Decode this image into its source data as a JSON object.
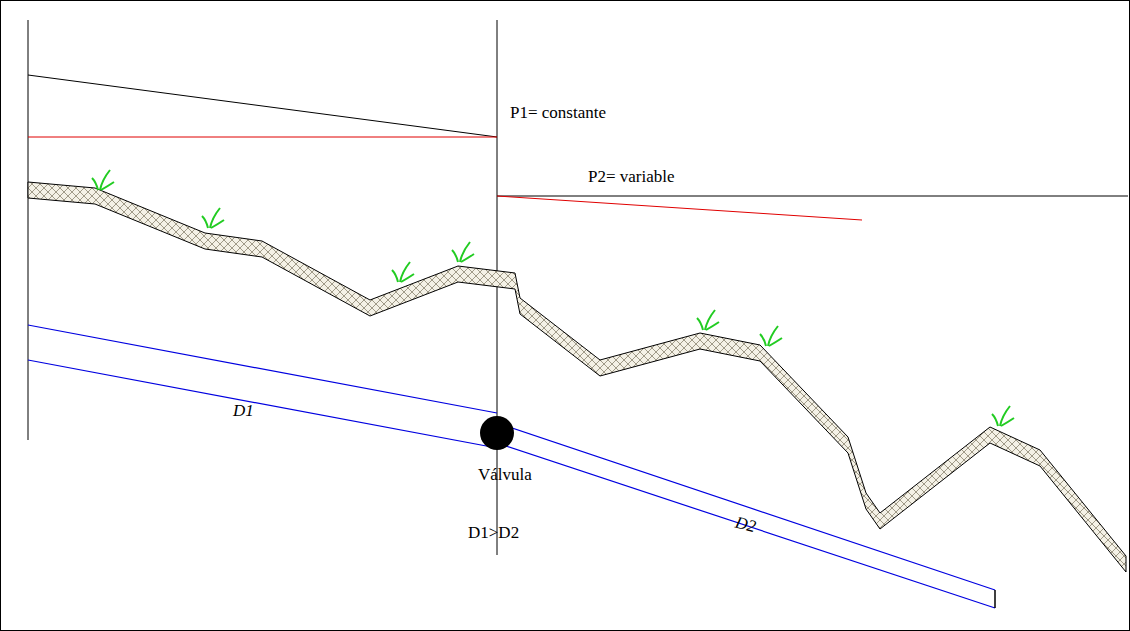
{
  "diagram": {
    "labels": [
      "P1= constante",
      "P2= variable",
      "D1",
      "Válvula",
      "D1>D2",
      "D2"
    ]
  }
}
